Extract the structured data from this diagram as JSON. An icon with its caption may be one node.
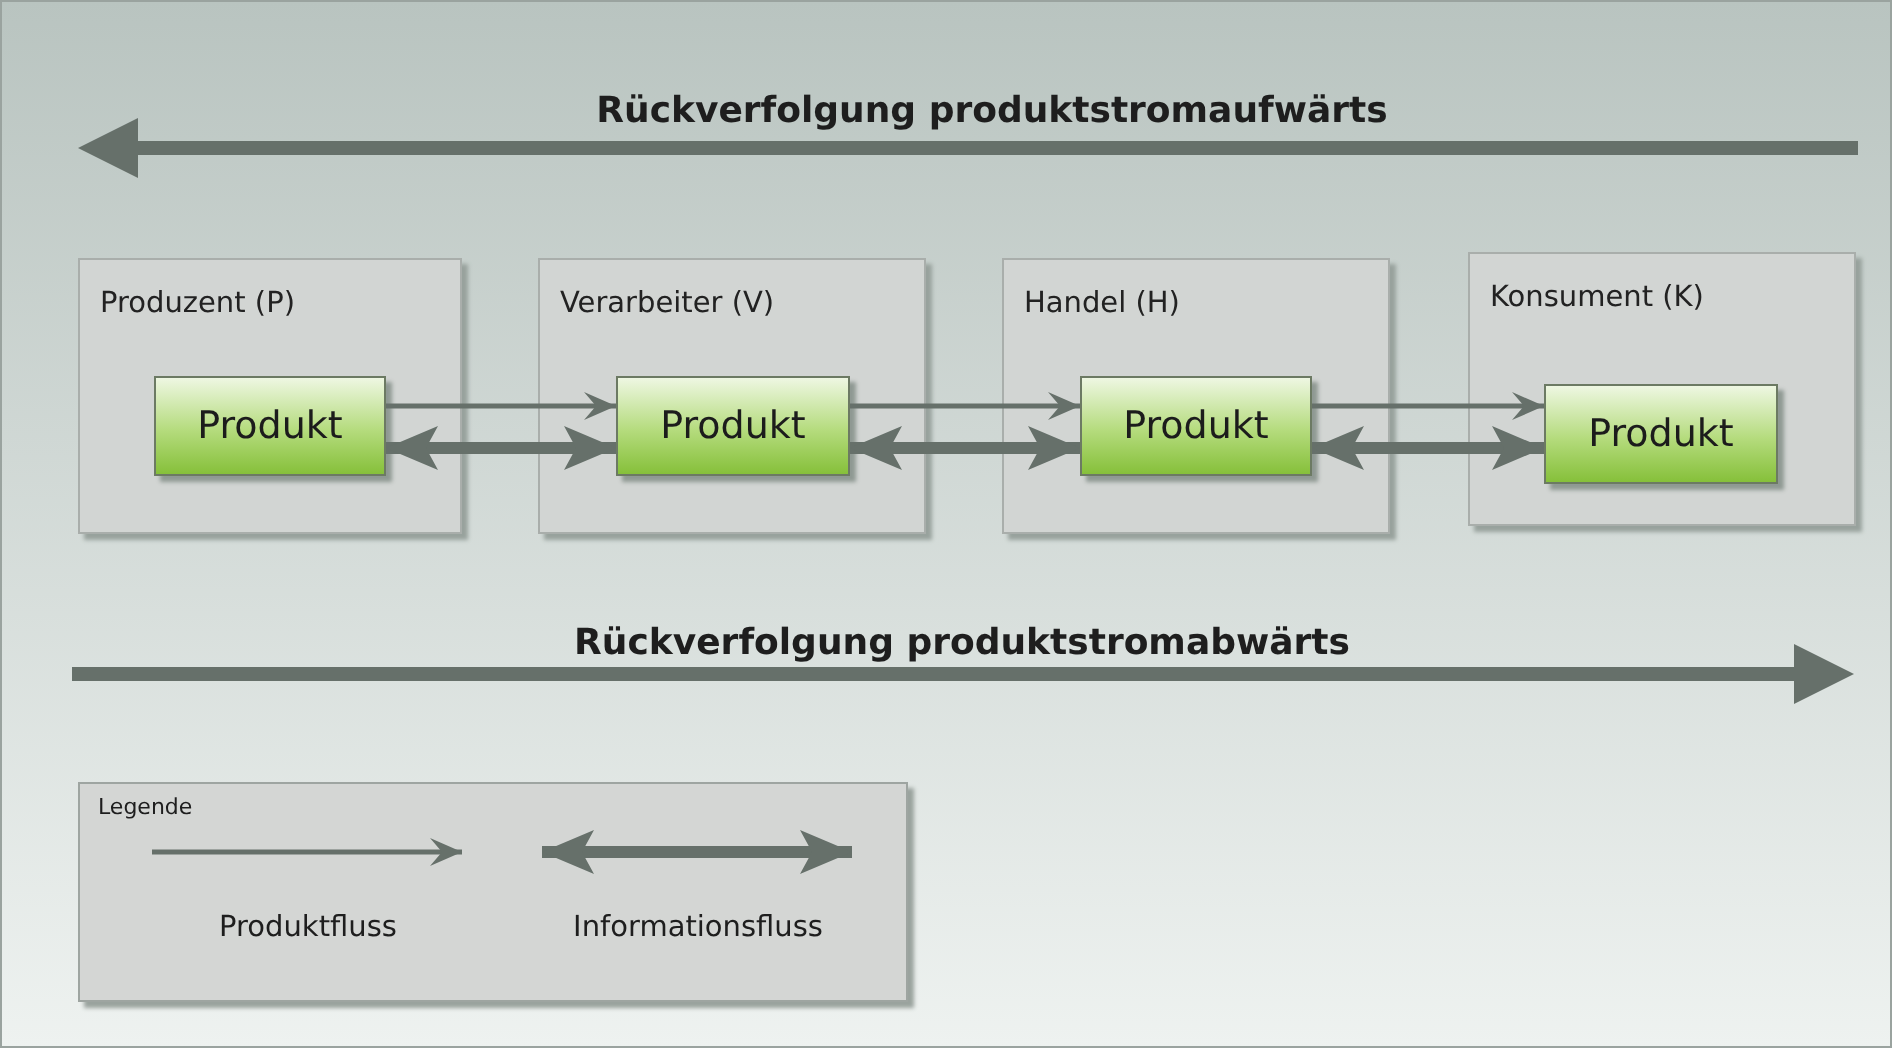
{
  "diagram": {
    "nodes": [
      {
        "text": [
          "Produzent (P)"
        ]
      },
      {
        "text": [
          "Produkt"
        ],
        "in": 0
      },
      {
        "text": [
          "Verarbeiter (V)"
        ]
      },
      {
        "text": [
          "Produkt"
        ],
        "in": 2
      },
      {
        "text": [
          "Handel (H)"
        ]
      },
      {
        "text": [
          "Produkt"
        ],
        "in": 4
      },
      {
        "text": [
          "Konsument (K)"
        ]
      },
      {
        "text": [
          "Produkt"
        ],
        "in": 6
      }
    ],
    "edges": [
      {
        "from": 1,
        "to": 3,
        "arrow": "to"
      },
      {
        "from": 1,
        "to": 3,
        "arrow": "both",
        "style": "thick"
      },
      {
        "from": 3,
        "to": 5,
        "arrow": "to"
      },
      {
        "from": 3,
        "to": 5,
        "arrow": "both",
        "style": "thick"
      },
      {
        "from": 5,
        "to": 7,
        "arrow": "to"
      },
      {
        "from": 5,
        "to": 7,
        "arrow": "both",
        "style": "thick"
      }
    ],
    "labels": [
      "Rückverfolgung produktstromaufwärts",
      "Rückverfolgung produktstromabwärts",
      "Legende"
    ],
    "legend": [
      {
        "text": "Produktfluss"
      },
      {
        "text": "Informationsfluss"
      }
    ]
  }
}
